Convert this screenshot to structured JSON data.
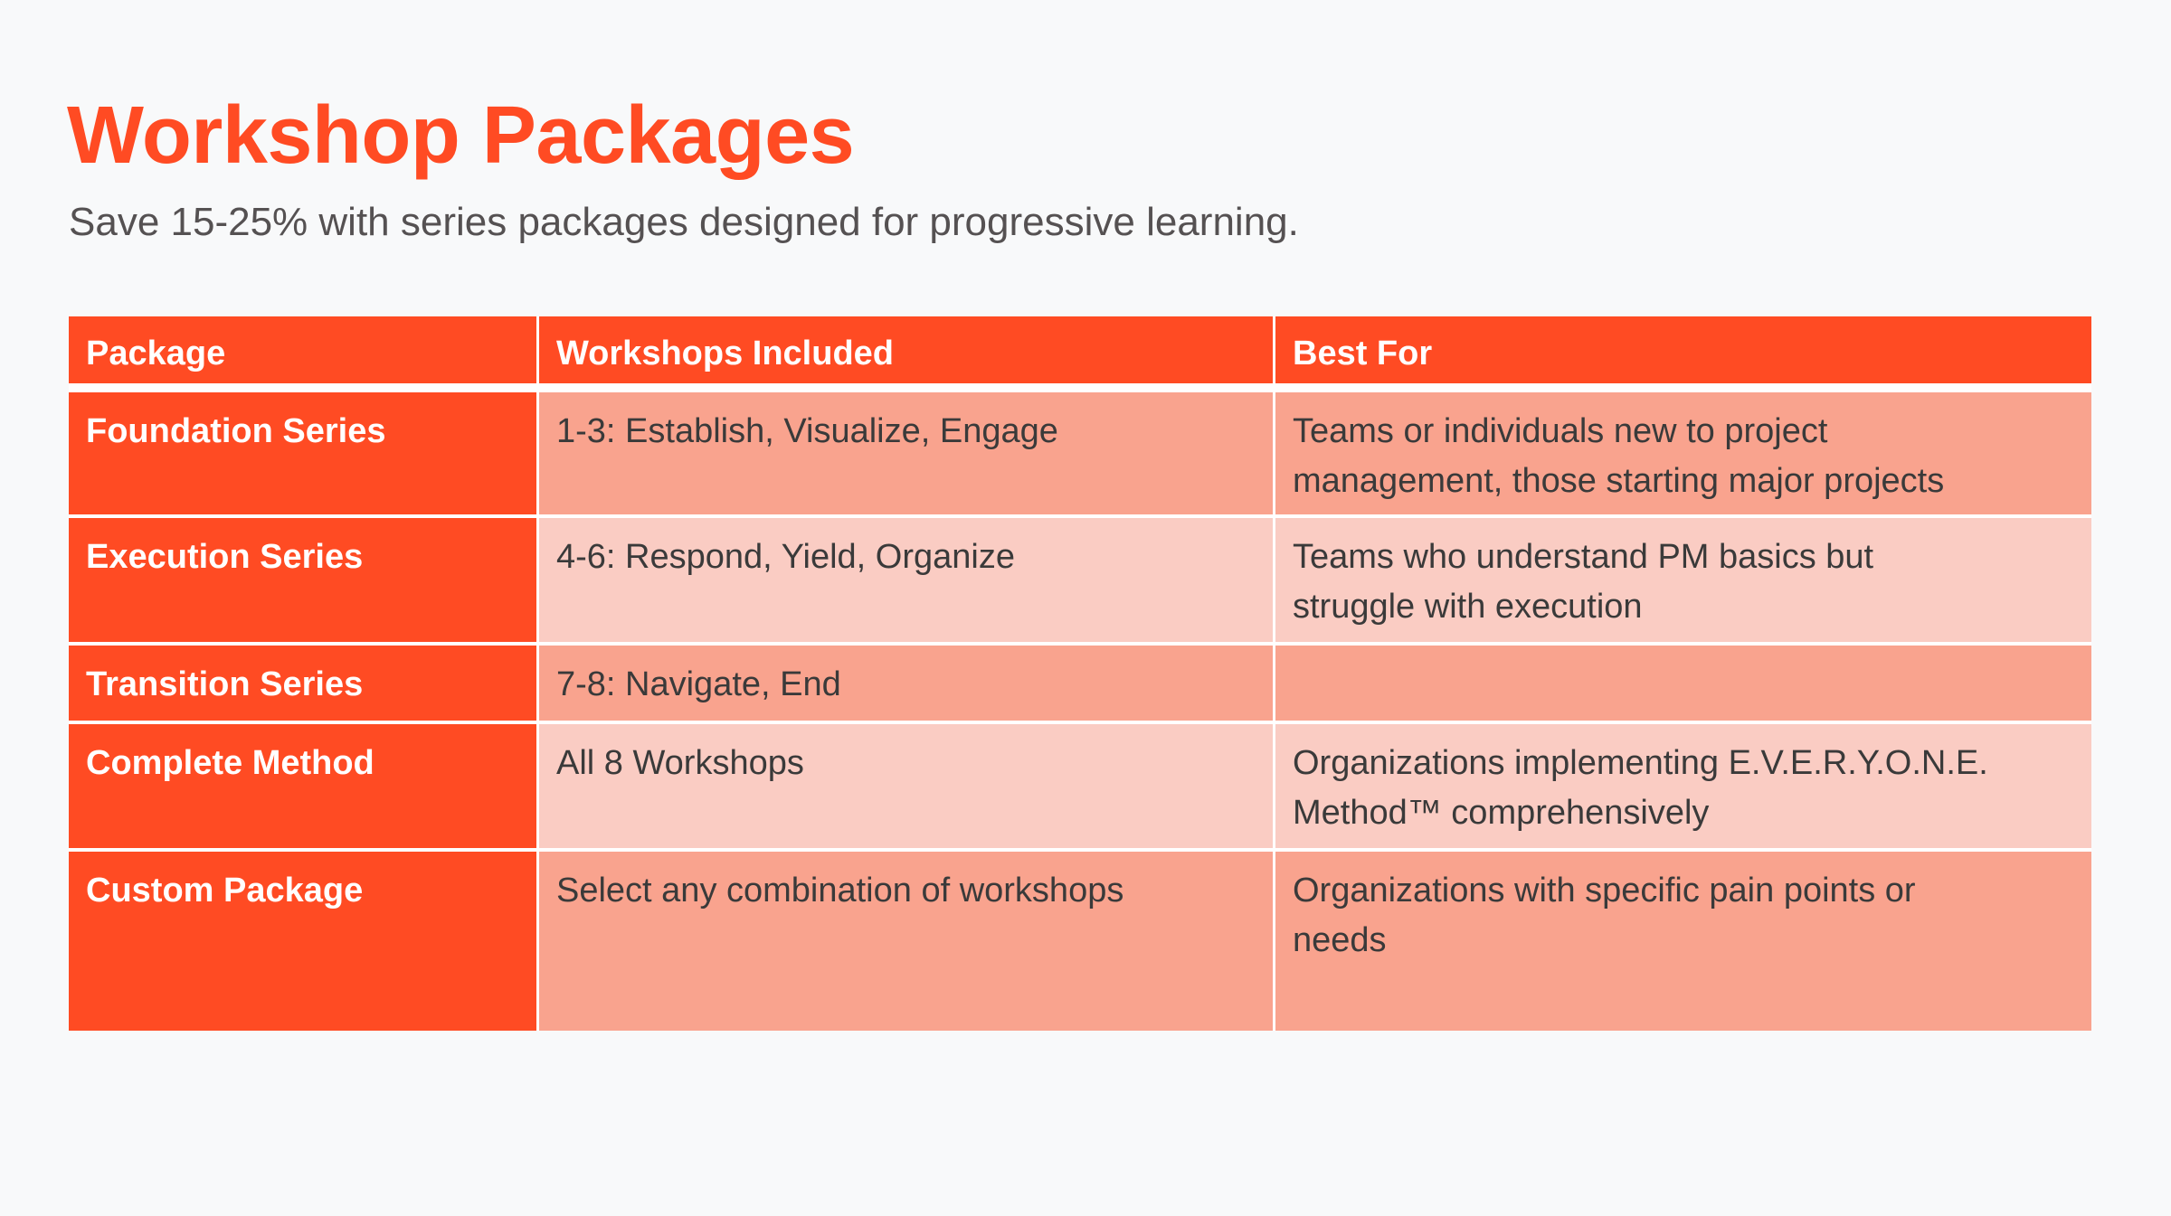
{
  "slide": {
    "title": "Workshop Packages",
    "subtitle": "Save 15-25% with series packages designed for progressive learning."
  },
  "colors": {
    "accent": "#FF4B23",
    "row_dark": "#F9A38E",
    "row_light": "#FACCC3",
    "background": "#F8F9FA",
    "subtitle_text": "#555152",
    "body_text": "#3A3A3A"
  },
  "table": {
    "headers": [
      "Package",
      "Workshops Included",
      "Best For"
    ],
    "rows": [
      {
        "package": "Foundation Series",
        "workshops": "1-3: Establish, Visualize, Engage",
        "best_for": [
          "Teams or individuals new to project",
          "management, those starting major projects"
        ]
      },
      {
        "package": "Execution Series",
        "workshops": "4-6: Respond, Yield, Organize",
        "best_for": [
          "Teams who understand PM basics but",
          "struggle with execution"
        ]
      },
      {
        "package": "Transition Series",
        "workshops": "7-8: Navigate, End",
        "best_for": [
          "",
          ""
        ]
      },
      {
        "package": "Complete Method",
        "workshops": "All 8 Workshops",
        "best_for": [
          "Organizations implementing E.V.E.R.Y.O.N.E.",
          "Method™ comprehensively"
        ]
      },
      {
        "package": "Custom Package",
        "workshops": "Select any combination of workshops",
        "best_for": [
          "Organizations with specific pain points or",
          "needs"
        ]
      }
    ]
  }
}
